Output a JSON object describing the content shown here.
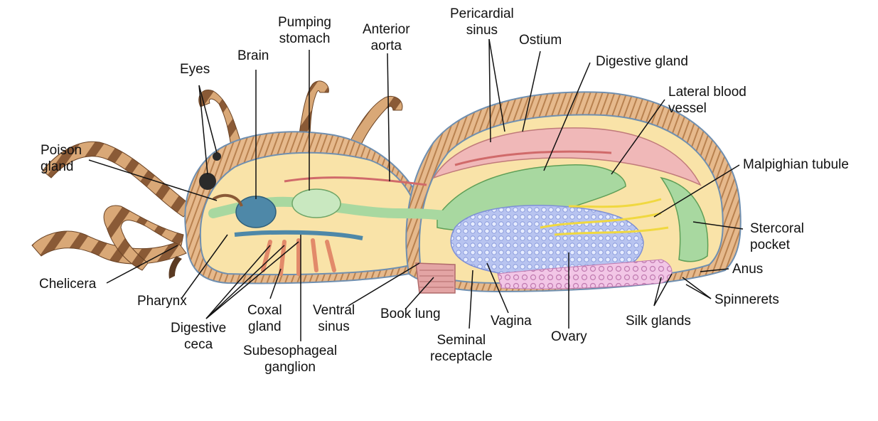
{
  "labels": {
    "eyes": "Eyes",
    "brain": "Brain",
    "pumping_stomach": [
      "Pumping",
      "stomach"
    ],
    "anterior_aorta": [
      "Anterior",
      "aorta"
    ],
    "pericardial_sinus": [
      "Pericardial",
      "sinus"
    ],
    "ostium": "Ostium",
    "digestive_gland": "Digestive gland",
    "lateral_blood_vessel": [
      "Lateral blood",
      "vessel"
    ],
    "malpighian_tubule": "Malpighian tubule",
    "poison_gland": [
      "Poison",
      "gland"
    ],
    "stercoral_pocket": [
      "Stercoral",
      "pocket"
    ],
    "anus": "Anus",
    "spinnerets": "Spinnerets",
    "chelicera": "Chelicera",
    "pharynx": "Pharynx",
    "digestive_ceca": [
      "Digestive",
      "ceca"
    ],
    "coxal_gland": [
      "Coxal",
      "gland"
    ],
    "ventral_sinus": [
      "Ventral",
      "sinus"
    ],
    "book_lung": "Book lung",
    "subesophageal_ganglion": [
      "Subesophageal",
      "ganglion"
    ],
    "vagina": "Vagina",
    "seminal_receptacle": [
      "Seminal",
      "receptacle"
    ],
    "ovary": "Ovary",
    "silk_glands": "Silk glands"
  },
  "colors": {
    "leg_light": "#d9a877",
    "leg_dark": "#8a5a36",
    "body_outline": "#6f8fb0",
    "inner_fill": "#f9e3a8",
    "pink": "#f0b8b8",
    "green": "#a8d8a0",
    "blue": "#7fa8c8",
    "ovary": "#b8c4f0",
    "yellow": "#f0d840"
  }
}
